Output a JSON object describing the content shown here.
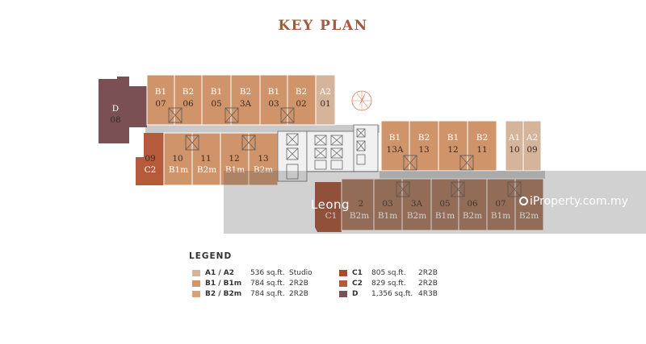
{
  "title": "KEY PLAN",
  "colors": {
    "A": "#d4b49a",
    "B1": "#cf946a",
    "B2": "#cf946a",
    "C1": "#a64d2f",
    "C2": "#b55a3b",
    "D": "#7b5054",
    "lower": "#a87356"
  },
  "units_top_left": [
    {
      "code": "B1",
      "num": "07"
    },
    {
      "code": "B2",
      "num": "06"
    },
    {
      "code": "B1",
      "num": "05"
    },
    {
      "code": "B2",
      "num": "3A"
    },
    {
      "code": "B1",
      "num": "03"
    },
    {
      "code": "B2",
      "num": "02"
    },
    {
      "code": "A2",
      "num": "01"
    }
  ],
  "units_bottom_left": [
    {
      "num": "09",
      "code": "C2"
    },
    {
      "num": "10",
      "code": "B1m"
    },
    {
      "num": "11",
      "code": "B2m"
    },
    {
      "num": "12",
      "code": "B1m"
    },
    {
      "num": "13",
      "code": "B2m"
    }
  ],
  "unit_d": {
    "code": "D",
    "num": "08"
  },
  "units_top_right": [
    {
      "code": "B1",
      "num": "13A"
    },
    {
      "code": "B2",
      "num": "13"
    },
    {
      "code": "B1",
      "num": "12"
    },
    {
      "code": "B2",
      "num": "11"
    },
    {
      "code": "A1",
      "num": "10"
    },
    {
      "code": "A2",
      "num": "09"
    }
  ],
  "units_bottom_right": [
    {
      "num": "",
      "code": "C1"
    },
    {
      "num": "2",
      "code": "B2m"
    },
    {
      "num": "03",
      "code": "B1m"
    },
    {
      "num": "3A",
      "code": "B2m"
    },
    {
      "num": "05",
      "code": "B1m"
    },
    {
      "num": "06",
      "code": "B2m"
    },
    {
      "num": "07",
      "code": "B1m"
    },
    {
      "num": "",
      "code": "B2m"
    }
  ],
  "watermark": {
    "name": "Leong",
    "brand": "iProperty.com.my"
  },
  "legend": {
    "title": "LEGEND",
    "items": [
      {
        "label": "A1 / A2",
        "area": "536 sq.ft.",
        "type": "Studio",
        "color": "#d4b49a"
      },
      {
        "label": "B1 / B1m",
        "area": "784 sq.ft.",
        "type": "2R2B",
        "color": "#cf946a"
      },
      {
        "label": "B2 / B2m",
        "area": "784 sq.ft.",
        "type": "2R2B",
        "color": "#d9a276"
      },
      {
        "label": "C1",
        "area": "805 sq.ft.",
        "type": "2R2B",
        "color": "#a64d2f"
      },
      {
        "label": "C2",
        "area": "829 sq.ft.",
        "type": "2R2B",
        "color": "#b55a3b"
      },
      {
        "label": "D",
        "area": "1,356 sq.ft.",
        "type": "4R3B",
        "color": "#7b5054"
      }
    ]
  }
}
